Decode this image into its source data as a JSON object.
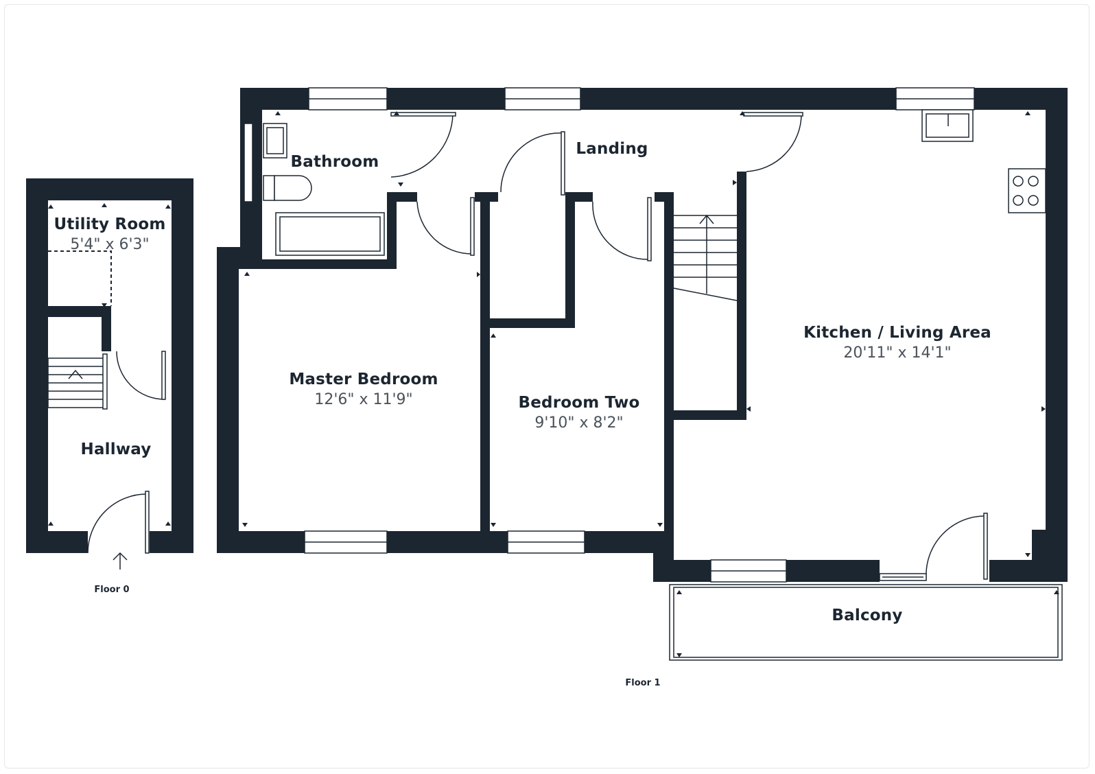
{
  "colors": {
    "wall": "#1c2631",
    "background": "#ffffff",
    "fixture_stroke": "#1c2631"
  },
  "floors": [
    {
      "label": "Floor 0",
      "rooms": [
        {
          "key": "utility",
          "name": "Utility Room",
          "dimensions": "5'4\" x 6'3\""
        },
        {
          "key": "hallway",
          "name": "Hallway",
          "dimensions": ""
        }
      ]
    },
    {
      "label": "Floor 1",
      "rooms": [
        {
          "key": "bathroom",
          "name": "Bathroom",
          "dimensions": ""
        },
        {
          "key": "landing",
          "name": "Landing",
          "dimensions": ""
        },
        {
          "key": "master",
          "name": "Master Bedroom",
          "dimensions": "12'6\" x 11'9\""
        },
        {
          "key": "bed2",
          "name": "Bedroom Two",
          "dimensions": "9'10\" x 8'2\""
        },
        {
          "key": "kitchen",
          "name": "Kitchen / Living Area",
          "dimensions": "20'11\" x 14'1\""
        },
        {
          "key": "balcony",
          "name": "Balcony",
          "dimensions": ""
        }
      ]
    }
  ]
}
